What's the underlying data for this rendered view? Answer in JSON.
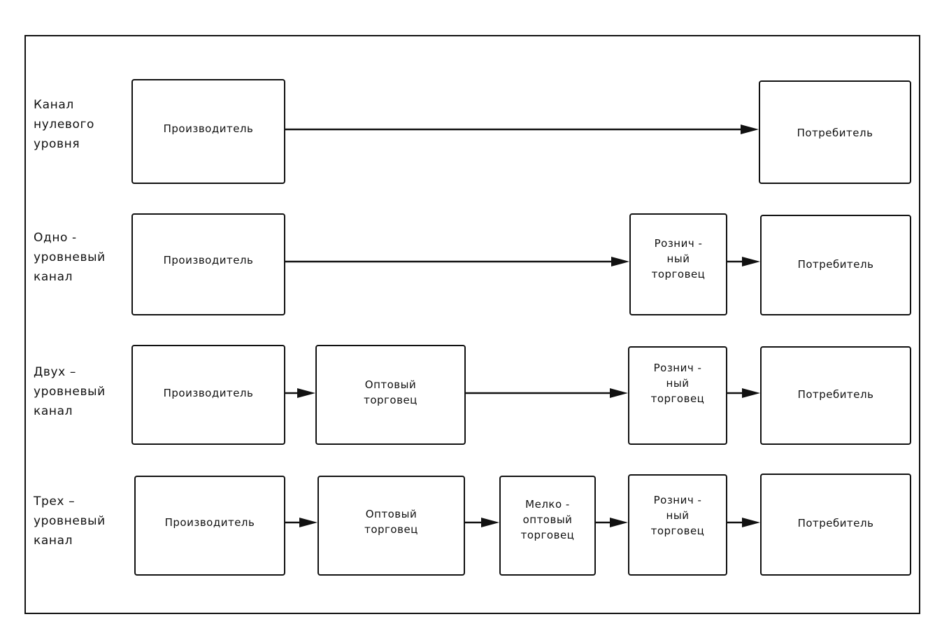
{
  "title": "Каналы распределения разных уровней",
  "rows": [
    {
      "label": "Канал\nнулевого\nуровня",
      "nodes": [
        "Производитель",
        "Потребитель"
      ]
    },
    {
      "label": "Одно -\nуровневый\nканал",
      "nodes": [
        "Производитель",
        "Рознич -\nный\nторговец",
        "Потребитель"
      ]
    },
    {
      "label": "Двух –\nуровневый\nканал",
      "nodes": [
        "Производитель",
        "Оптовый\nторговец",
        "Рознич -\nный\nторговец",
        "Потребитель"
      ]
    },
    {
      "label": "Трех –\nуровневый\nканал",
      "nodes": [
        "Производитель",
        "Оптовый\nторговец",
        "Мелко -\nоптовый\nторговец",
        "Рознич -\nный\nторговец",
        "Потребитель"
      ]
    }
  ],
  "edges": [
    {
      "row": 0,
      "from": 0,
      "to": 1
    },
    {
      "row": 1,
      "from": 0,
      "to": 1
    },
    {
      "row": 1,
      "from": 1,
      "to": 2
    },
    {
      "row": 2,
      "from": 0,
      "to": 1
    },
    {
      "row": 2,
      "from": 1,
      "to": 2
    },
    {
      "row": 2,
      "from": 2,
      "to": 3
    },
    {
      "row": 3,
      "from": 0,
      "to": 1
    },
    {
      "row": 3,
      "from": 1,
      "to": 2
    },
    {
      "row": 3,
      "from": 2,
      "to": 3
    },
    {
      "row": 3,
      "from": 3,
      "to": 4
    }
  ]
}
